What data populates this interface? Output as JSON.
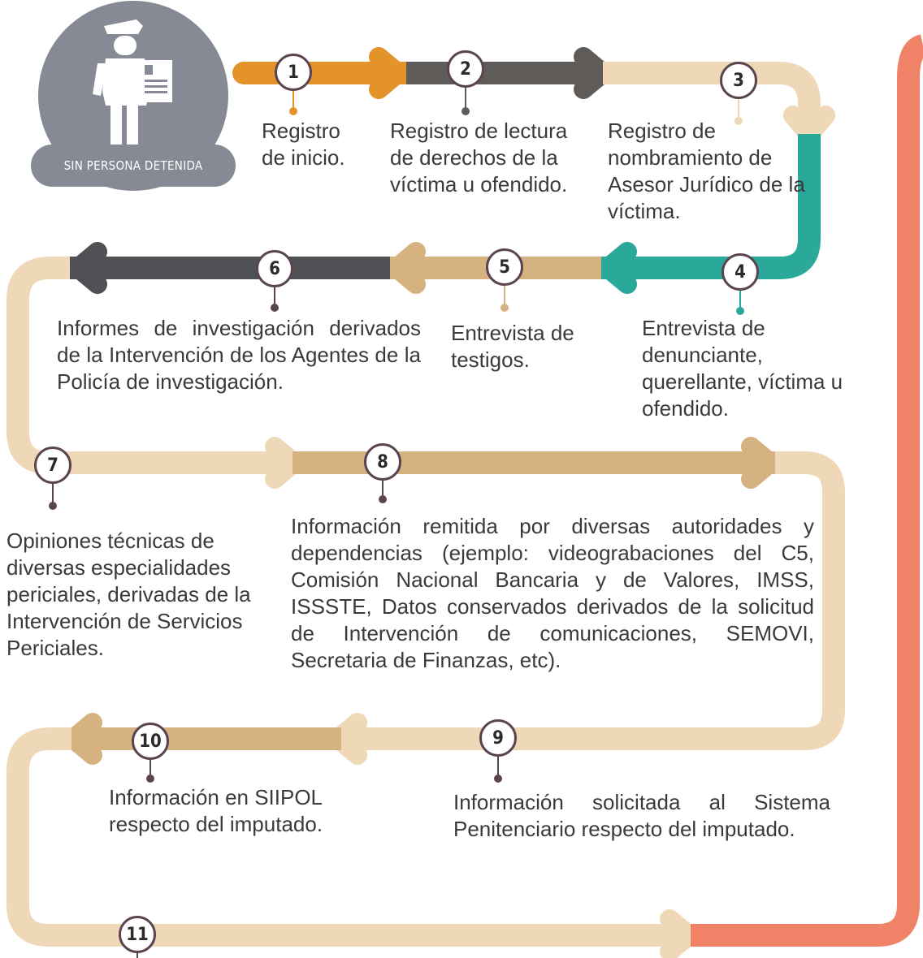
{
  "header": {
    "officer_badge": "SIN PERSONA DETENIDA"
  },
  "steps": [
    {
      "number": "1",
      "text": "Registro de inicio."
    },
    {
      "number": "2",
      "text": "Registro de lectura de derechos de la víctima u ofendido."
    },
    {
      "number": "3",
      "text": "Registro de nombramiento de Asesor Jurídico de la víctima."
    },
    {
      "number": "4",
      "text": "Entrevista de denunciante, querellante, víctima u ofendido."
    },
    {
      "number": "5",
      "text": "Entrevista de testigos."
    },
    {
      "number": "6",
      "text": "Informes de investigación derivados de la Intervención de los Agentes de la Policía de investigación."
    },
    {
      "number": "7",
      "text": "Opiniones técnicas de diversas especialidades periciales, derivadas de la Intervención de Servicios Periciales."
    },
    {
      "number": "8",
      "text": "Información remitida por diversas autoridades y dependencias (ejemplo: videograbaciones del C5, Comisión Nacional Bancaria y de Valores, IMSS, ISSSTE, Datos conservados derivados de la solicitud de Intervención de comunicaciones, SEMOVI, Secretaria de Finanzas, etc)."
    },
    {
      "number": "9",
      "text": "Información solicitada al Sistema Penitenciario respecto del imputado."
    },
    {
      "number": "10",
      "text": "Información en SIIPOL respecto del imputado."
    },
    {
      "number": "11",
      "text": ""
    }
  ],
  "colors": {
    "orange": "#e4922a",
    "dark_gray": "#5f5b58",
    "light_beige": "#efd8b7",
    "teal": "#2aa899",
    "tan": "#d6b281",
    "charcoal": "#4f5053",
    "salmon": "#f08367",
    "officer_gray": "#868a94"
  },
  "icons": {
    "officer": "police-officer-icon"
  }
}
